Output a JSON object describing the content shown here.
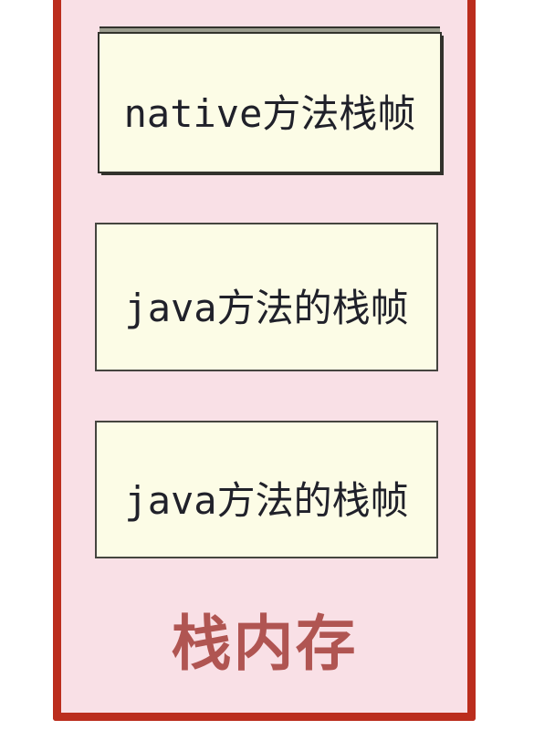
{
  "diagram": {
    "container_label": "栈内存",
    "frames": [
      {
        "id": "native-frame",
        "label": "native方法栈帧"
      },
      {
        "id": "java-frame-1",
        "label": "java方法的栈帧"
      },
      {
        "id": "java-frame-2",
        "label": "java方法的栈帧"
      }
    ]
  },
  "colors": {
    "container-fill": "#f9e0e6",
    "container-border": "#bb2d1d",
    "frame-fill": "#fcfce6",
    "frame-border": "#45453f",
    "native-frame-border": "#32322c",
    "native-frame-highlight": "#9b9c8e",
    "frame-text": "#20212a",
    "label-text": "#b05552"
  }
}
